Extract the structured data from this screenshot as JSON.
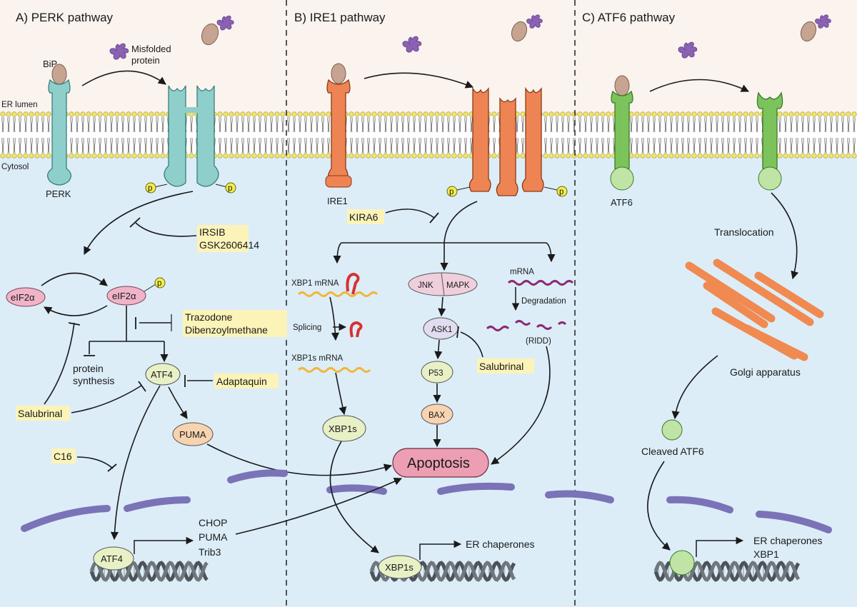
{
  "panels": {
    "perk_title": "A) PERK pathway",
    "ire1_title": "B) IRE1 pathway",
    "atf6_title": "C) ATF6 pathway"
  },
  "membrane": {
    "lumen_label": "ER lumen",
    "cytosol_label": "Cytosol"
  },
  "perk": {
    "bip": "BiP",
    "misfolded": [
      "Misfolded",
      "protein"
    ],
    "receptor": "PERK",
    "phospho": "p",
    "inhibitors_1": [
      "IRSIB",
      "GSK2606414"
    ],
    "eif2a": "eIF2α",
    "eif2a_p": "eIF2α",
    "inhibitors_2": [
      "Trazodone",
      "Dibenzoylmethane"
    ],
    "protein_synthesis": [
      "protein",
      "synthesis"
    ],
    "atf4": "ATF4",
    "adaptaquin": "Adaptaquin",
    "salubrinal": "Salubrinal",
    "puma": "PUMA",
    "c16": "C16",
    "atf4_dna": "ATF4",
    "targets": [
      "CHOP",
      "PUMA",
      "Trib3"
    ]
  },
  "ire1": {
    "receptor": "IRE1",
    "kira6": "KIRA6",
    "xbp1_mrna": "XBP1 mRNA",
    "splicing": "Splicing",
    "xbp1s_mrna": "XBP1s mRNA",
    "xbp1s": "XBP1s",
    "jnk": "JNK",
    "mapk": "MAPK",
    "ask1": "ASK1",
    "p53": "P53",
    "bax": "BAX",
    "salubrinal": "Salubrinal",
    "mrna": "mRNA",
    "degradation": "Degradation",
    "ridd": "(RIDD)",
    "apoptosis": "Apoptosis",
    "xbp1s_dna": "XBP1s",
    "er_chaperones": "ER chaperones"
  },
  "atf6": {
    "receptor": "ATF6",
    "translocation": "Translocation",
    "golgi": "Golgi apparatus",
    "cleaved": "Cleaved ATF6",
    "targets": [
      "ER chaperones",
      "XBP1"
    ]
  },
  "colors": {
    "lumen": "#faf3ee",
    "cytosol": "#dcedf8",
    "perk": "#8ecfcc",
    "ire1": "#ee8454",
    "atf6": "#7cc35c",
    "atf6_head": "#bfe4a6",
    "bip": "#c7a391",
    "misfolded": "#8b62b3",
    "drug_box": "#fbf3b8",
    "phospho": "#f4ee4a",
    "apoptosis": "#ec9fb2",
    "golgi": "#f08a50",
    "er_fragment": "#7a73b8",
    "mrna_yellow": "#f2b63b",
    "mrna_purple": "#8c2a73",
    "hairpin": "#d93030"
  }
}
